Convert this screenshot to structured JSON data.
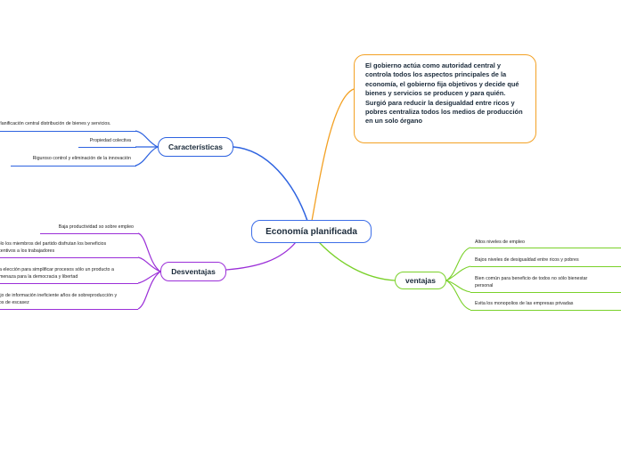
{
  "central": {
    "label": "Economía planificada"
  },
  "definicion": {
    "text": "El gobierno actúa como autoridad central y controla todos los aspectos principales de la economía, el gobierno fija objetivos y decide qué bienes y servicios se producen y para quién. Surgió para reducir la desigualdad entre ricos y pobres centraliza todos los medios de producción en un solo órgano"
  },
  "caracteristicas": {
    "label": "Características",
    "items": [
      "Planificación central distribución de bienes y servicios.",
      "Propiedad colectiva",
      "Riguroso control y eliminación de la innovación"
    ]
  },
  "desventajas": {
    "label": "Desventajas",
    "items": [
      "Baja productividad so sobre empleo",
      "Sólo los miembros del partido disfrutan los beneficios\nincentivos a los trabajadores",
      "La elección para simplificar procesos sólo un producto a\namenaza para la democracia y libertad",
      "Flujo de información ineficiente años de sobreproducción y\naños de escasez"
    ]
  },
  "ventajas": {
    "label": "ventajas",
    "items": [
      "Altos niveles de empleo",
      "Bajos niveles de desigualdad entre ricos y pobres",
      "Bien común para beneficio de todos no sólo bienestar\npersonal",
      "Evita los monopolios de las empresas privadas"
    ]
  },
  "colors": {
    "caracteristicas": "#2e63e0",
    "desventajas": "#9b2fd8",
    "ventajas": "#7ad12a",
    "definicion": "#f3a124",
    "central": "#3d6ee8"
  }
}
